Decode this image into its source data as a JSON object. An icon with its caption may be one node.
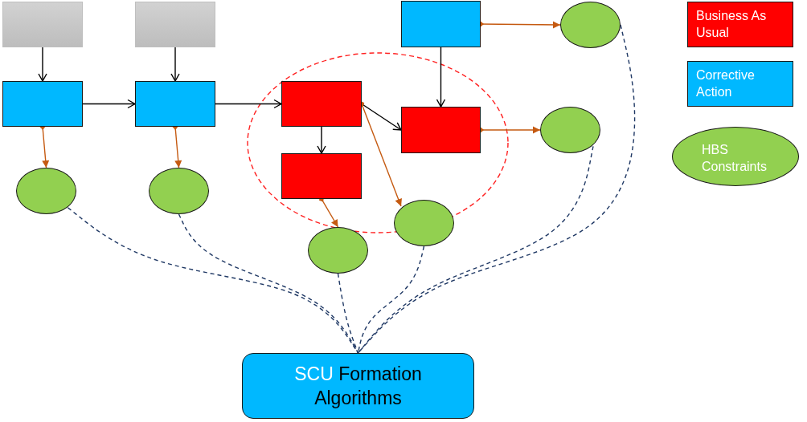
{
  "diagram": {
    "nodes": [
      {
        "text": [],
        "shape": "box"
      },
      {
        "text": [],
        "shape": "box"
      },
      {
        "text": [],
        "shape": "box"
      },
      {
        "text": [],
        "shape": "circle"
      },
      {
        "text": [],
        "shape": "box"
      },
      {
        "text": [],
        "shape": "box"
      },
      {
        "text": [],
        "shape": "box"
      },
      {
        "text": [],
        "shape": "box"
      },
      {
        "text": [],
        "shape": "circle"
      },
      {
        "text": [],
        "shape": "box"
      },
      {
        "text": [],
        "shape": "circle"
      },
      {
        "text": [],
        "shape": "circle"
      },
      {
        "text": [],
        "shape": "circle"
      },
      {
        "text": [],
        "shape": "circle"
      },
      {
        "text": [
          "SCU",
          "Formation Algorithms"
        ]
      }
    ],
    "edges": [
      {
        "from": 0,
        "to": 4,
        "arrow": "to"
      },
      {
        "from": 1,
        "to": 5,
        "arrow": "to"
      },
      {
        "from": 4,
        "to": 5,
        "arrow": "to"
      },
      {
        "from": 5,
        "to": 6,
        "arrow": "to"
      },
      {
        "from": 6,
        "to": 9,
        "arrow": "to"
      },
      {
        "from": 6,
        "to": 7,
        "arrow": "to"
      },
      {
        "from": 2,
        "to": 7,
        "arrow": "to"
      },
      {
        "from": 4,
        "to": 10,
        "arrow": "to",
        "color": "#c55a11"
      },
      {
        "from": 5,
        "to": 11,
        "arrow": "to",
        "color": "#c55a11"
      },
      {
        "from": 6,
        "to": 13,
        "arrow": "to",
        "color": "#c55a11"
      },
      {
        "from": 9,
        "to": 12,
        "arrow": "to",
        "color": "#c55a11"
      },
      {
        "from": 2,
        "to": 3,
        "arrow": "to",
        "color": "#c55a11"
      },
      {
        "from": 7,
        "to": 8,
        "arrow": "to",
        "color": "#c55a11"
      },
      {
        "from": 10,
        "to": 14,
        "arrow": "none",
        "style": "dashed",
        "color": "#1f3864"
      },
      {
        "from": 11,
        "to": 14,
        "arrow": "none",
        "style": "dashed",
        "color": "#1f3864"
      },
      {
        "from": 12,
        "to": 14,
        "arrow": "none",
        "style": "dashed",
        "color": "#1f3864"
      },
      {
        "from": 13,
        "to": 14,
        "arrow": "none",
        "style": "dashed",
        "color": "#1f3864"
      },
      {
        "from": 8,
        "to": 14,
        "arrow": "none",
        "style": "dashed",
        "color": "#1f3864"
      },
      {
        "from": 3,
        "to": 14,
        "arrow": "none",
        "style": "dashed",
        "color": "#1f3864"
      }
    ],
    "legend": [
      {
        "text": "Business As Usual",
        "color": "#ff0000"
      },
      {
        "text": "Corrective Action",
        "color": "#00b8ff"
      },
      {
        "text": "HBS Constraints",
        "color": "#92d050"
      }
    ]
  }
}
